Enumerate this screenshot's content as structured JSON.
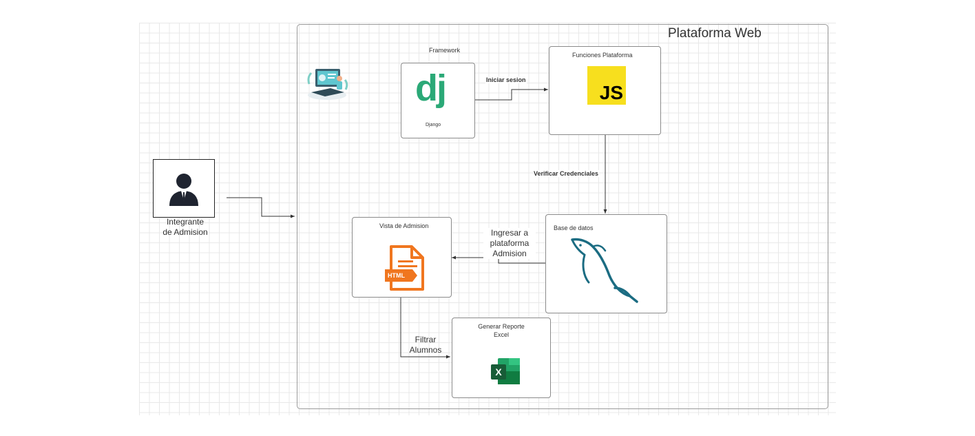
{
  "frame": {
    "title": "Plataforma Web"
  },
  "actor": {
    "label_line1": "Integrante",
    "label_line2": "de Admision"
  },
  "framework": {
    "caption": "Framework",
    "logo_text": "dj",
    "logo_caption": "Django"
  },
  "functions": {
    "title": "Funciones Plataforma",
    "logo_text": "JS"
  },
  "database": {
    "title": "Base de datos"
  },
  "admission_view": {
    "title": "Vista de Admision",
    "logo_text": "HTML"
  },
  "report": {
    "title_line1": "Generar Reporte",
    "title_line2": "Excel",
    "logo_text": "X"
  },
  "edges": {
    "login": "Iniciar sesion",
    "verify": "Verificar Credenciales",
    "enter_line1": "Ingresar a",
    "enter_line2": "plataforma",
    "enter_line3": "Admision",
    "filter_line1": "Filtrar",
    "filter_line2": "Alumnos"
  },
  "colors": {
    "django": "#2ba977",
    "js_bg": "#f7df1e",
    "html": "#f0761f",
    "mysql": "#1b6c82",
    "excel": "#1e7145",
    "actor": "#1f2430"
  },
  "icons": {
    "illustration": "person-at-laptop-illustration",
    "actor": "business-person-icon",
    "framework": "django-logo",
    "functions": "javascript-logo",
    "database": "mysql-dolphin-logo",
    "admission_view": "html-file-icon",
    "report": "excel-logo"
  }
}
